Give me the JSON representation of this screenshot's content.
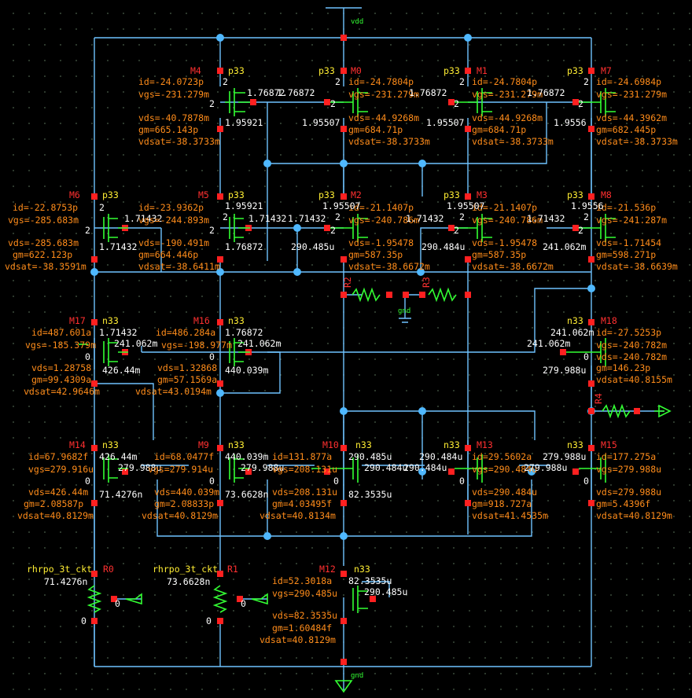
{
  "schematic": {
    "nets": {
      "vdd": "vdd",
      "gnd": "gnd"
    },
    "colors": {
      "wire": "#6fc3ff",
      "pin": "#ff2020",
      "params": "#ff8c1a",
      "device": "#33ff33",
      "labels": "#ffee33"
    },
    "devices": {
      "M4": {
        "name": "M4",
        "model": "p33",
        "id": "id=-24.0723p",
        "vgs": "vgs=-231.279m",
        "vds": "vds=-40.7878m",
        "gm": "gm=665.143p",
        "vdsat": "vdsat=-38.3733m",
        "g": "1.76872",
        "s": "1.95921",
        "b": "2",
        "b2": "2"
      },
      "M0": {
        "name": "M0",
        "model": "p33",
        "id": "id=-24.7804p",
        "vgs": "vgs=-231.279m",
        "vds": "vds=-44.9268m",
        "gm": "gm=684.71p",
        "vdsat": "vdsat=-38.3733m",
        "g": "1.76872",
        "s": "1.95507",
        "b": "2",
        "b2": "2"
      },
      "M1": {
        "name": "M1",
        "model": "p33",
        "id": "id=-24.7804p",
        "vgs": "vgs=-231.279m",
        "vds": "vds=-44.9268m",
        "gm": "gm=684.71p",
        "vdsat": "vdsat=-38.3733m",
        "g": "1.76872",
        "s": "1.95507",
        "b": "2",
        "b2": "2"
      },
      "M7": {
        "name": "M7",
        "model": "p33",
        "id": "id=-24.6984p",
        "vgs": "vgs=-231.279m",
        "vds": "vds=-44.3962m",
        "gm": "gm=682.445p",
        "vdsat": "vdsat=-38.3733m",
        "g": "1.76872",
        "s": "1.9556",
        "b": "2",
        "b2": "2"
      },
      "M6": {
        "name": "M6",
        "model": "p33",
        "id": "id=-22.8753p",
        "vgs": "vgs=-285.683m",
        "vds": "vds=-285.683m",
        "gm": "gm=622.123p",
        "vdsat": "vdsat=-38.3591m",
        "g": "1.71432",
        "s": "1.71432",
        "b": "2",
        "b2": "2"
      },
      "M5": {
        "name": "M5",
        "model": "p33",
        "id": "id=-23.9362p",
        "vgs": "vgs=-244.893m",
        "vds": "vds=-190.491m",
        "gm": "gm=664.446p",
        "vdsat": "vdsat=-38.6411m",
        "g": "1.71432",
        "s": "1.95921",
        "d": "1.76872",
        "b": "2",
        "b2": "2"
      },
      "M2": {
        "name": "M2",
        "model": "p33",
        "id": "id=-21.1407p",
        "vgs": "vgs=-240.786m",
        "vds": "vds=-1.95478",
        "gm": "gm=587.35p",
        "vdsat": "vdsat=-38.6672m",
        "g": "1.71432",
        "s": "1.95507",
        "d": "290.485u",
        "b": "2",
        "b2": "2",
        "d2": "1.71432"
      },
      "M3": {
        "name": "M3",
        "model": "p33",
        "id": "id=-21.1407p",
        "vgs": "vgs=-240.786m",
        "vds": "vds=-1.95478",
        "gm": "gm=587.35p",
        "vdsat": "vdsat=-38.6672m",
        "g": "1.71432",
        "s": "1.95507",
        "d": "290.484u",
        "b": "2",
        "b2": "2"
      },
      "M8": {
        "name": "M8",
        "model": "p33",
        "id": "id=-21.536p",
        "vgs": "vgs=-241.287m",
        "vds": "vds=-1.71454",
        "gm": "gm=598.271p",
        "vdsat": "vdsat=-38.6639m",
        "g": "1.71432",
        "s": "1.9556",
        "d": "241.062m",
        "b": "2",
        "b2": "2"
      },
      "M17": {
        "name": "M17",
        "model": "n33",
        "id": "id=487.601a",
        "vgs": "vgs=-185.379m",
        "vds": "vds=1.28758",
        "gm": "gm=99.4309a",
        "vdsat": "vdsat=42.9646m",
        "g": "1.71432",
        "d": "241.062m",
        "s": "426.44m",
        "b": "0"
      },
      "M16": {
        "name": "M16",
        "model": "n33",
        "id": "id=486.284a",
        "vgs": "vgs=-198.977m",
        "vds": "vds=1.32868",
        "gm": "gm=57.1569a",
        "vdsat": "vdsat=43.0194m",
        "g": "1.76872",
        "d": "241.062m",
        "s": "440.039m",
        "b": "0"
      },
      "M18": {
        "name": "M18",
        "model": "n33",
        "id": "id=-27.5253p",
        "vgs": "vgs=-240.782m",
        "vds": "vds=-240.782m",
        "gm": "gm=146.23p",
        "vdsat": "vdsat=40.8155m",
        "g": "241.062m",
        "d": "241.062m",
        "s": "279.988u",
        "b": "0"
      },
      "M14": {
        "name": "M14",
        "model": "n33",
        "id": "id=67.9682f",
        "vgs": "vgs=279.916u",
        "vds": "vds=426.44m",
        "gm": "gm=2.08587p",
        "vdsat": "vdsat=40.8129m",
        "g": "426.44m",
        "s": "279.988u",
        "d": "71.4276n",
        "b": "0"
      },
      "M9": {
        "name": "M9",
        "model": "n33",
        "id": "id=68.0477f",
        "vgs": "vgs=279.914u",
        "vds": "vds=440.039m",
        "gm": "gm=2.08833p",
        "vdsat": "vdsat=40.8129m",
        "g": "440.039m",
        "s": "279.988u",
        "d": "73.6628n",
        "b": "0"
      },
      "M10": {
        "name": "M10",
        "model": "n33",
        "id": "id=131.877a",
        "vgs": "vgs=208.131u",
        "vds": "vds=208.131u",
        "gm": "gm=4.03495f",
        "vdsat": "vdsat=40.8134m",
        "g": "290.485u",
        "s": "290.484u",
        "d": "82.3535u",
        "b": "0"
      },
      "M13": {
        "name": "M13",
        "model": "n33",
        "id": "id=29.5602a",
        "vgs": "vgs=290.484u",
        "vds": "vds=290.484u",
        "gm": "gm=918.727a",
        "vdsat": "vdsat=41.4535m",
        "g": "290.484u",
        "s": "279.988u",
        "b": "0"
      },
      "M15": {
        "name": "M15",
        "model": "n33",
        "id": "id=177.275a",
        "vgs": "vgs=279.988u",
        "vds": "vds=279.988u",
        "gm": "gm=5.4396f",
        "vdsat": "vdsat=40.8129m",
        "g": "279.988u",
        "s": "279.988u",
        "b": "0"
      },
      "M12": {
        "name": "M12",
        "model": "n33",
        "id": "id=52.3018a",
        "vgs": "vgs=290.485u",
        "vds": "vds=82.3535u",
        "gm": "gm=1.60484f",
        "vdsat": "vdsat=40.8129m",
        "g": "290.485u",
        "d": "82.3535u",
        "b": "0"
      }
    },
    "resistors": {
      "R0": {
        "name": "R0",
        "cell": "rhrpo_3t_ckt",
        "top": "71.4276n",
        "bot": "0",
        "side": "0"
      },
      "R1": {
        "name": "R1",
        "cell": "rhrpo_3t_ckt",
        "top": "73.6628n",
        "bot": "0",
        "side": "0"
      },
      "R2": {
        "name": "R2"
      },
      "R3": {
        "name": "R3"
      },
      "R4": {
        "name": "R4"
      }
    }
  }
}
